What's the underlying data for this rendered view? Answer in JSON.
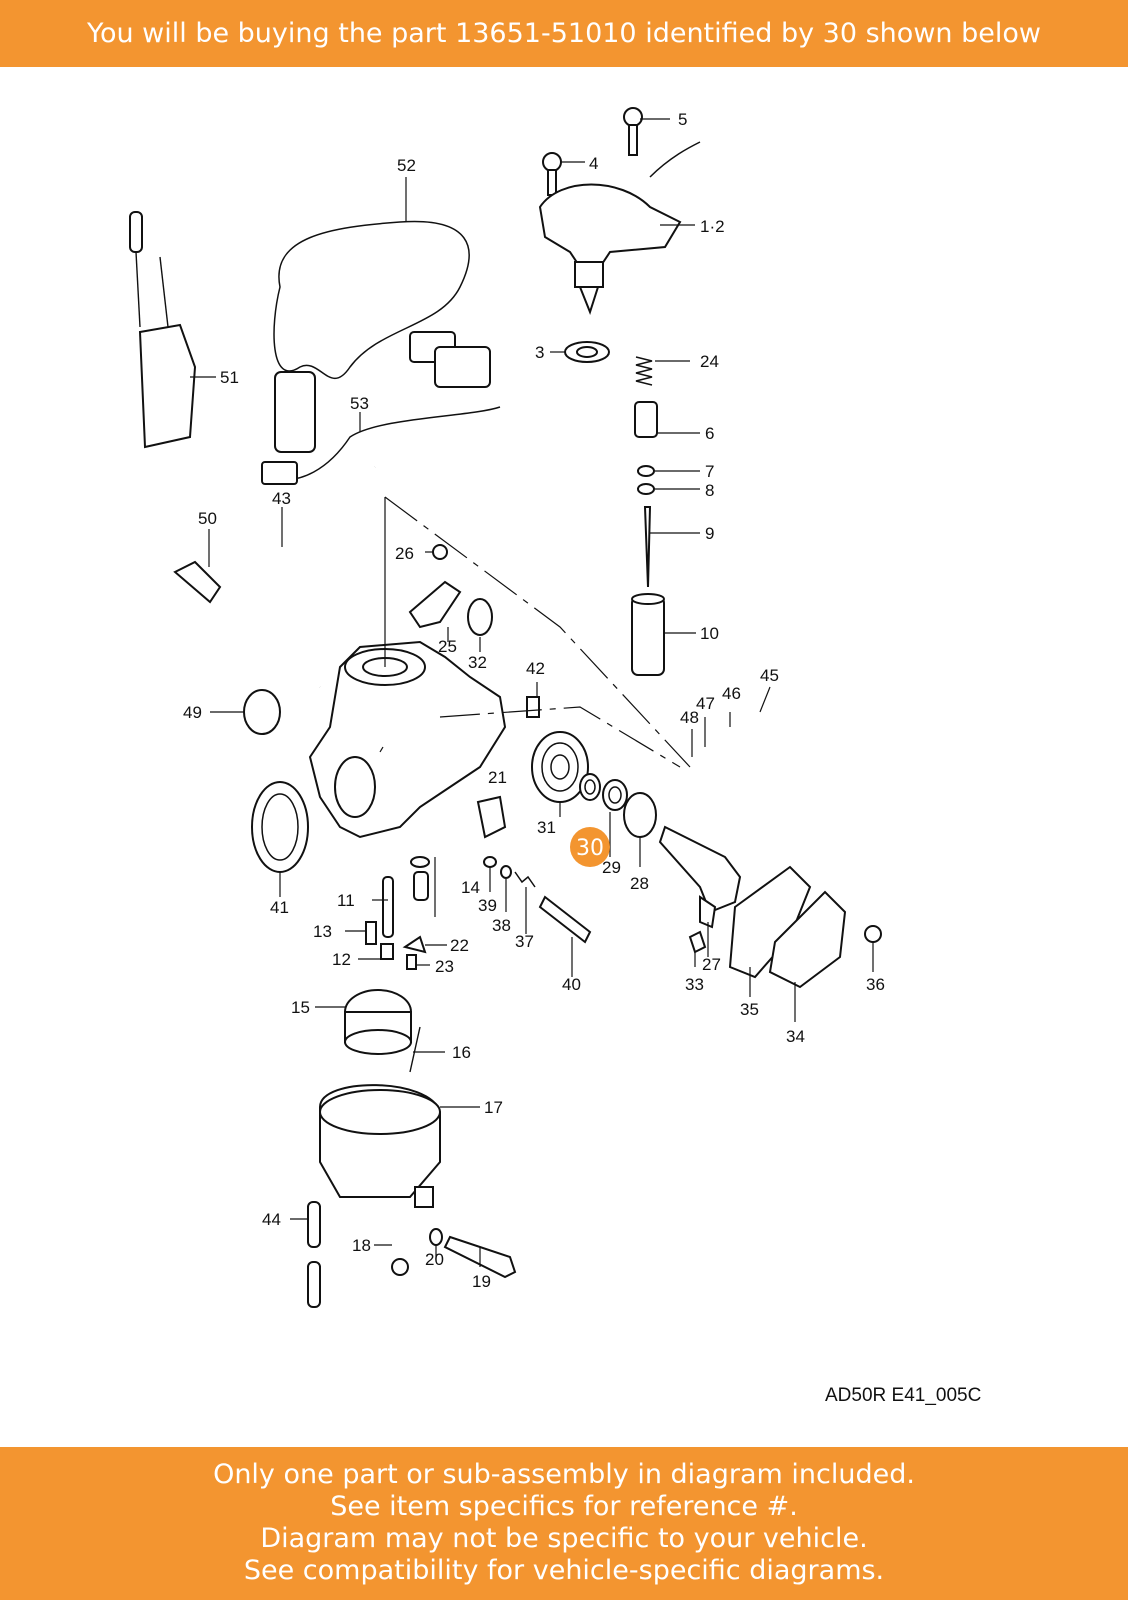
{
  "header": {
    "text": "You will be buying the part 13651-51010 identified by 30 shown below"
  },
  "footer": {
    "lines": [
      "Only one part or sub-assembly in diagram included.",
      "See item specifics for reference #.",
      "Diagram may not be specific to your vehicle.",
      "See compatibility for vehicle-specific diagrams."
    ]
  },
  "diagram": {
    "code": "AD50R E41_005C",
    "highlight": {
      "label": "30",
      "color": "#f39530"
    },
    "labels": [
      "52",
      "5",
      "4",
      "1·2",
      "51",
      "53",
      "3",
      "24",
      "6",
      "7",
      "8",
      "43",
      "50",
      "9",
      "26",
      "25",
      "32",
      "10",
      "42",
      "45",
      "46",
      "47",
      "48",
      "49",
      "21",
      "31",
      "29",
      "28",
      "41",
      "14",
      "39",
      "38",
      "11",
      "13",
      "22",
      "12",
      "23",
      "37",
      "40",
      "27",
      "33",
      "36",
      "35",
      "34",
      "15",
      "16",
      "17",
      "44",
      "18",
      "20",
      "19"
    ]
  },
  "colors": {
    "accent": "#f39530"
  }
}
